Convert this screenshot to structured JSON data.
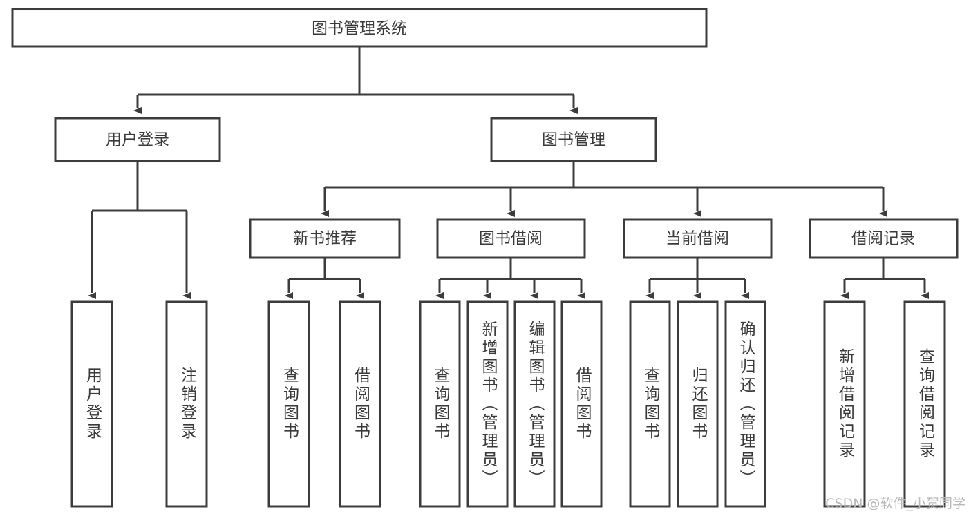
{
  "diagram": {
    "type": "tree",
    "title": "图书管理系统",
    "watermark": "CSDN @软件_小贺同学",
    "root": {
      "label": "图书管理系统",
      "id": "root"
    },
    "level2": [
      {
        "id": "user-login",
        "label": "用户登录"
      },
      {
        "id": "book-management",
        "label": "图书管理"
      }
    ],
    "level3": [
      {
        "id": "new-book-recommend",
        "label": "新书推荐",
        "parent": "book-management"
      },
      {
        "id": "book-borrow",
        "label": "图书借阅",
        "parent": "book-management"
      },
      {
        "id": "current-borrow",
        "label": "当前借阅",
        "parent": "book-management"
      },
      {
        "id": "borrow-record",
        "label": "借阅记录",
        "parent": "book-management"
      }
    ],
    "leaves": [
      {
        "id": "leaf-user-login",
        "label": "用户登录",
        "parent": "user-login"
      },
      {
        "id": "leaf-logout-login",
        "label": "注销登录",
        "parent": "user-login"
      },
      {
        "id": "leaf-query-book-1",
        "label": "查询图书",
        "parent": "new-book-recommend"
      },
      {
        "id": "leaf-borrow-book-1",
        "label": "借阅图书",
        "parent": "new-book-recommend"
      },
      {
        "id": "leaf-query-book-2",
        "label": "查询图书",
        "parent": "book-borrow"
      },
      {
        "id": "leaf-add-book",
        "label": "新增图书（管理员）",
        "parent": "book-borrow"
      },
      {
        "id": "leaf-edit-book",
        "label": "编辑图书（管理员）",
        "parent": "book-borrow"
      },
      {
        "id": "leaf-borrow-book-2",
        "label": "借阅图书",
        "parent": "book-borrow"
      },
      {
        "id": "leaf-query-book-3",
        "label": "查询图书",
        "parent": "current-borrow"
      },
      {
        "id": "leaf-return-book",
        "label": "归还图书",
        "parent": "current-borrow"
      },
      {
        "id": "leaf-confirm-return",
        "label": "确认归还（管理员）",
        "parent": "current-borrow"
      },
      {
        "id": "leaf-add-record",
        "label": "新增借阅记录",
        "parent": "borrow-record"
      },
      {
        "id": "leaf-query-record",
        "label": "查询借阅记录",
        "parent": "borrow-record"
      }
    ],
    "colors": {
      "box_stroke": "#3c3c3c",
      "box_fill": "#ffffff",
      "text": "#3a3a3a",
      "background": "#ffffff",
      "watermark": "#b9b9b9"
    }
  }
}
